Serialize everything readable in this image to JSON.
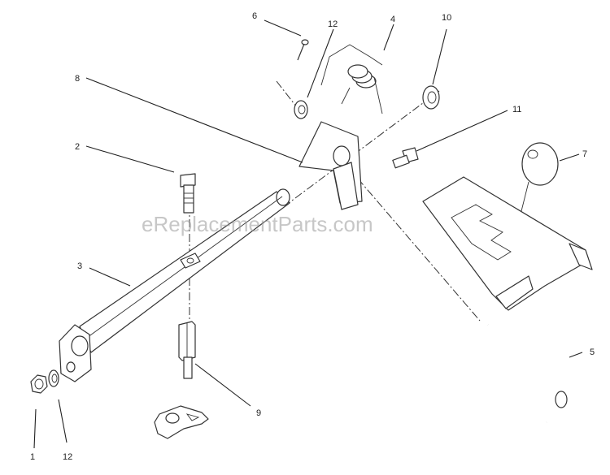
{
  "watermark": "eReplacementParts.com",
  "callouts": {
    "c1": "1",
    "c12a": "12",
    "c2": "2",
    "c3": "3",
    "c8": "8",
    "c6": "6",
    "c12b": "12",
    "c4": "4",
    "c10": "10",
    "c11": "11",
    "c7": "7",
    "c5": "5",
    "c9": "9"
  }
}
